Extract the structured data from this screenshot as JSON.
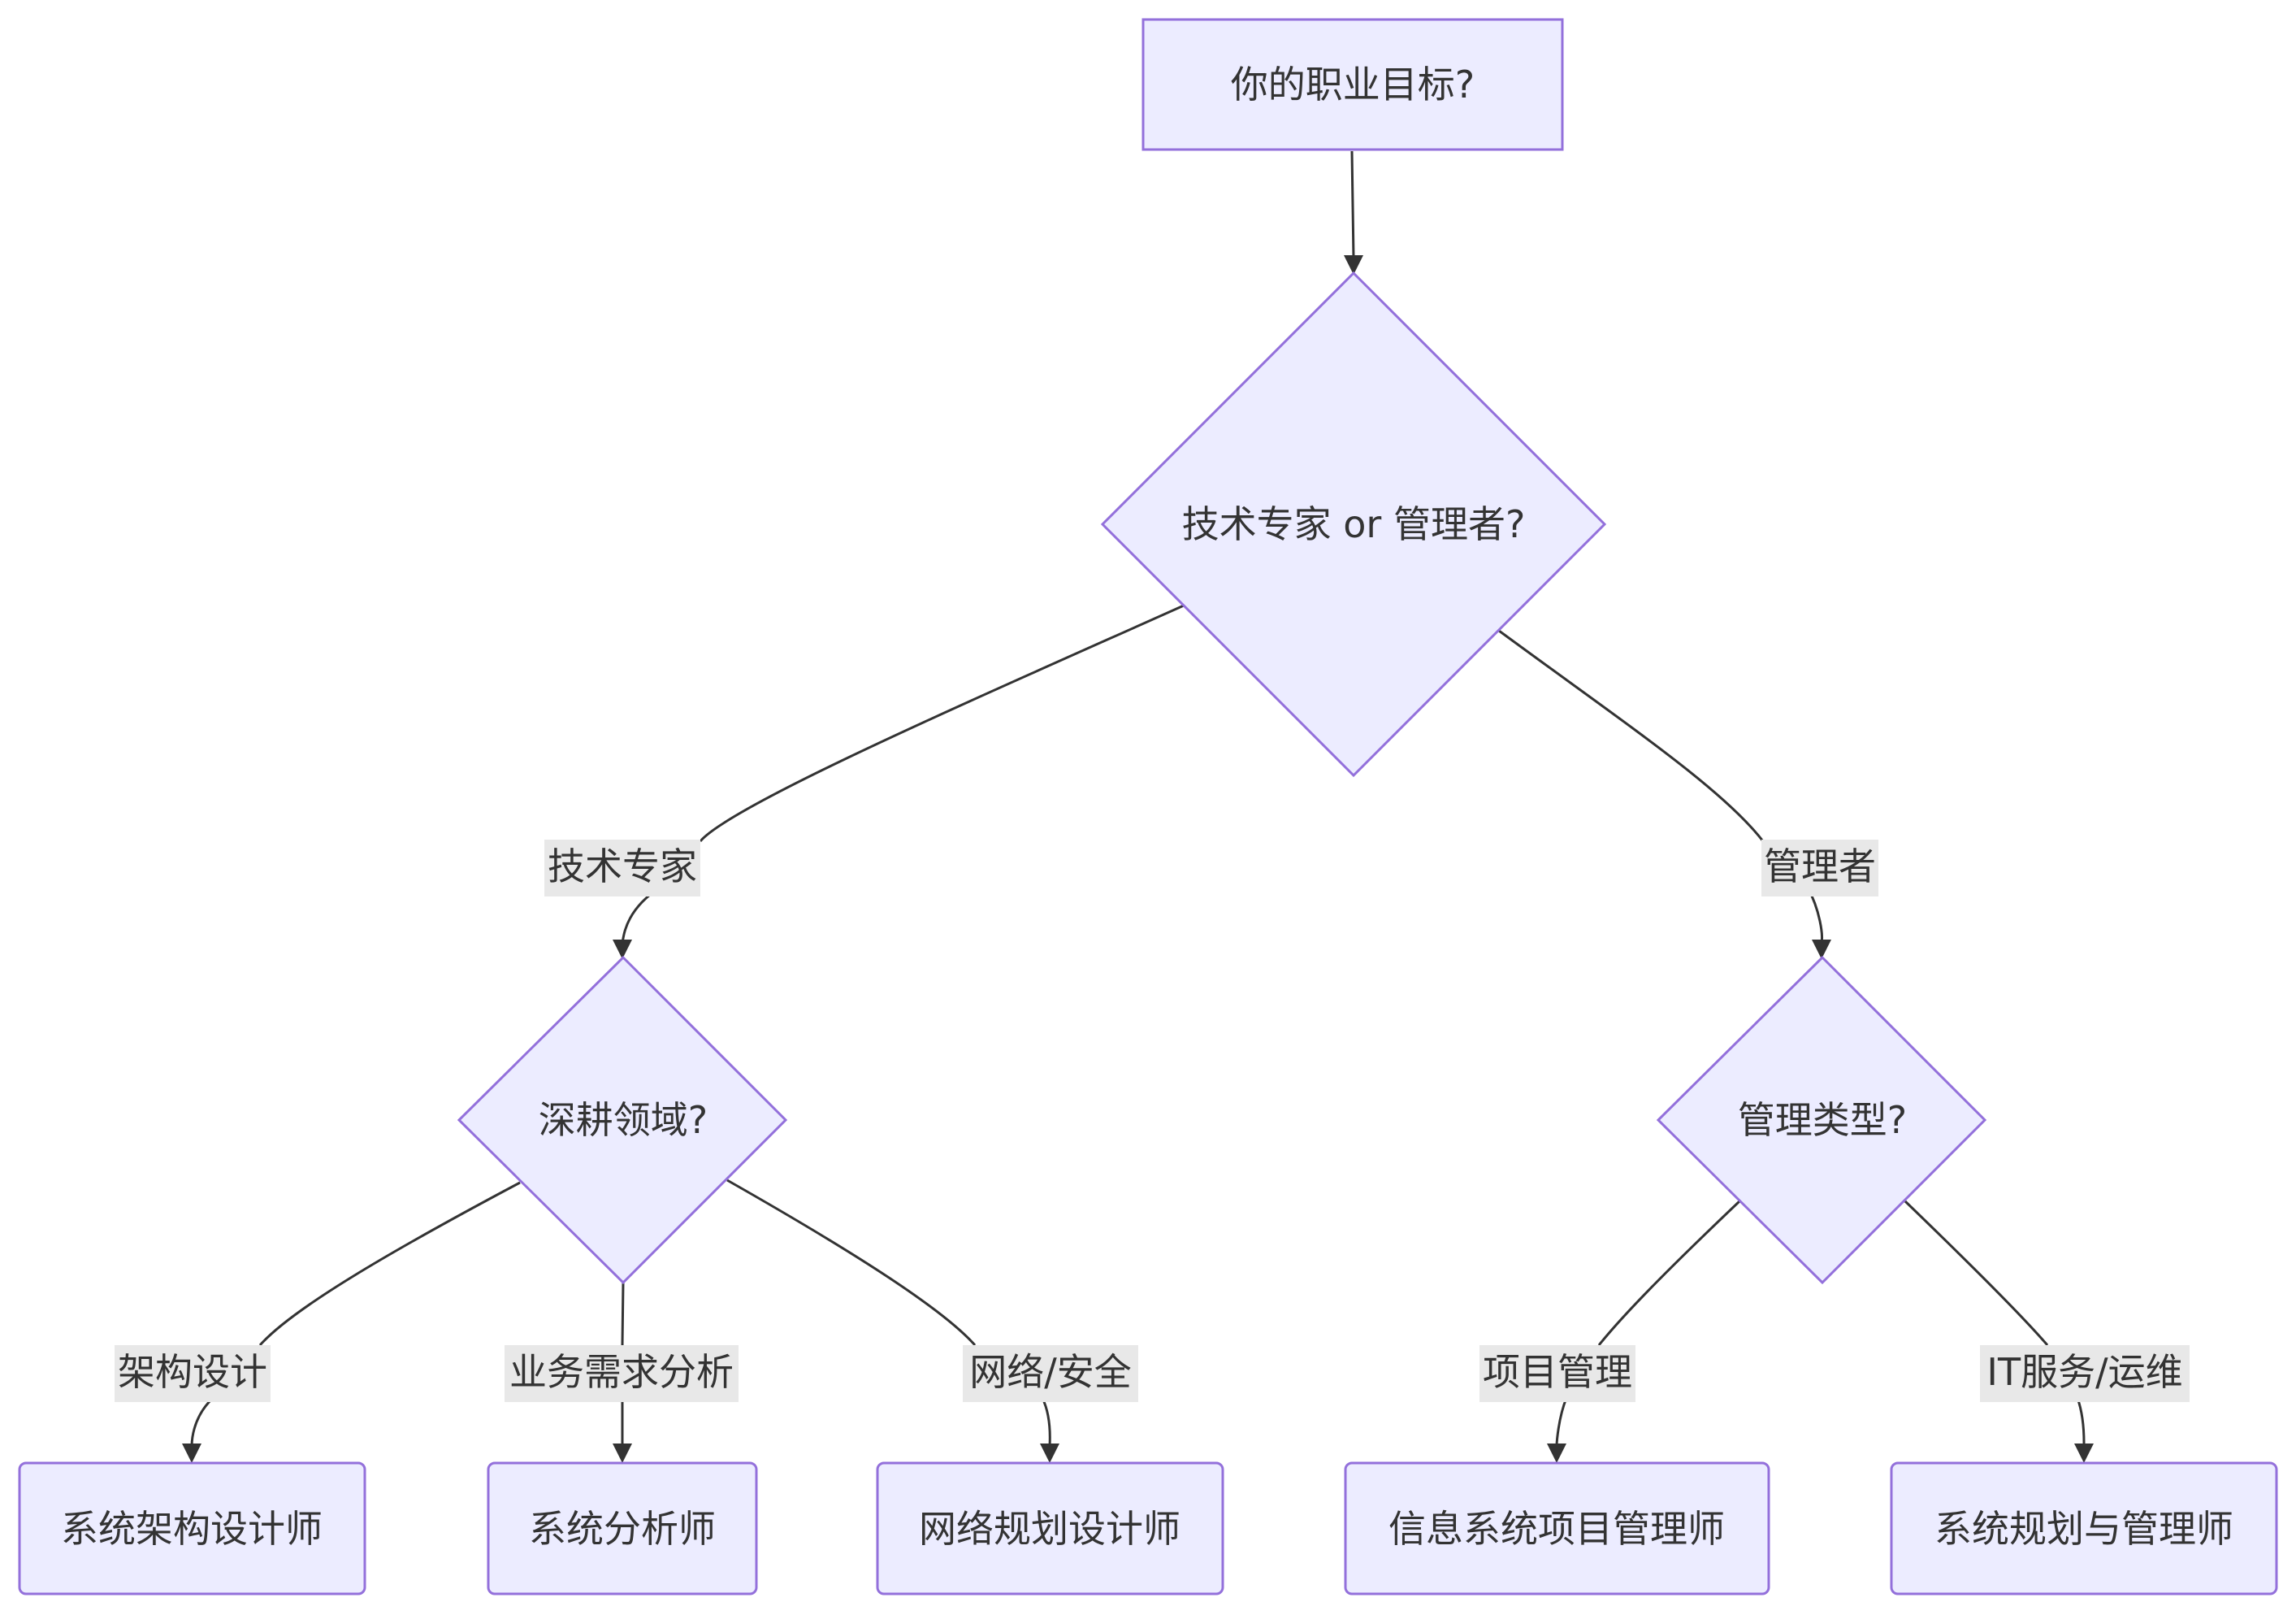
{
  "nodes": {
    "goal": "你的职业目标?",
    "path_choice": "技术专家 or 管理者?",
    "domain_choice": "深耕领域?",
    "mgmt_choice": "管理类型?",
    "architect": "系统架构设计师",
    "analyst": "系统分析师",
    "network": "网络规划设计师",
    "project_manager": "信息系统项目管理师",
    "planning_manager": "系统规划与管理师"
  },
  "edge_labels": {
    "to_expert": "技术专家",
    "to_manager": "管理者",
    "to_architect": "架构设计",
    "to_analyst": "业务需求分析",
    "to_network": "网络/安全",
    "to_project": "项目管理",
    "to_planning": "IT服务/运维"
  },
  "colors": {
    "node_fill": "#ececff",
    "node_stroke": "#9370db",
    "edge": "#333333",
    "label_bg": "#e8e8e8",
    "text": "#333333"
  }
}
